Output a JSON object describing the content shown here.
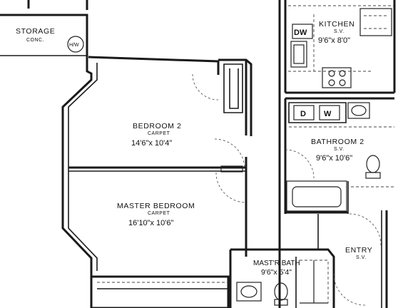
{
  "rooms": {
    "storage": {
      "name": "STORAGE",
      "finish": "CONC."
    },
    "bedroom2": {
      "name": "BEDROOM 2",
      "finish": "CARPET",
      "dims": "14'6\"x 10'4\""
    },
    "master_bedroom": {
      "name": "MASTER BEDROOM",
      "finish": "CARPET",
      "dims": "16'10\"x 10'6\""
    },
    "kitchen": {
      "name": "KITCHEN",
      "finish": "S.V.",
      "dims": "9'6\"x 8'0\""
    },
    "bathroom2": {
      "name": "BATHROOM 2",
      "finish": "S.V.",
      "dims": "9'6\"x 10'6\""
    },
    "masters_bath": {
      "name": "MAST'R BATH",
      "dims": "9'6\"x 5'4\""
    },
    "entry": {
      "name": "ENTRY",
      "finish": "S.V."
    }
  },
  "fixtures": {
    "water_heater": "H/W",
    "dishwasher": "DW",
    "dryer": "D",
    "washer": "W"
  },
  "icons": [
    "water-heater-icon",
    "dishwasher-icon",
    "range-icon",
    "sink-icon",
    "toilet-icon",
    "bathtub-icon",
    "washer-icon",
    "dryer-icon"
  ]
}
